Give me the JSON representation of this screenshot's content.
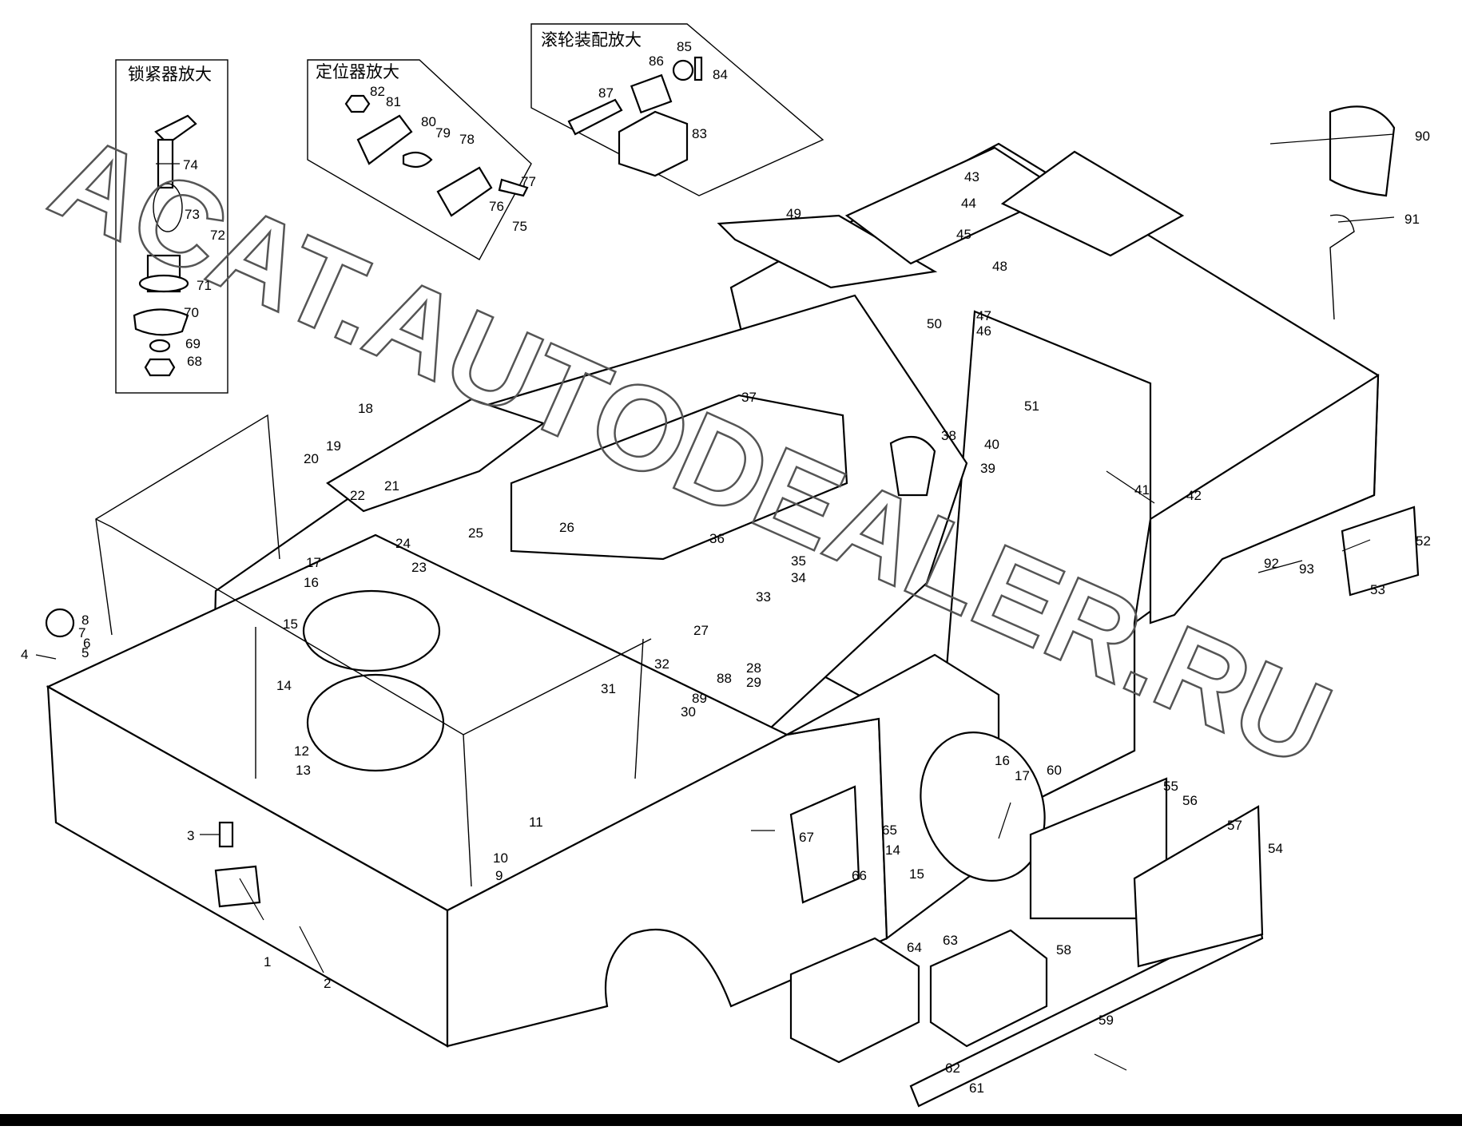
{
  "watermark": "ACAT.AUTODEALER.RU",
  "insets": {
    "lock": "锁紧器放大",
    "locator": "定位器放大",
    "roller": "滚轮装配放大"
  },
  "callouts": {
    "c1": "1",
    "c2": "2",
    "c3": "3",
    "c4": "4",
    "c5": "5",
    "c6": "6",
    "c7": "7",
    "c8": "8",
    "c9": "9",
    "c10": "10",
    "c11": "11",
    "c12": "12",
    "c13": "13",
    "c14a": "14",
    "c14b": "14",
    "c15a": "15",
    "c15b": "15",
    "c16a": "16",
    "c16b": "16",
    "c17a": "17",
    "c17b": "17",
    "c18": "18",
    "c19": "19",
    "c20": "20",
    "c21": "21",
    "c22": "22",
    "c23": "23",
    "c24": "24",
    "c25": "25",
    "c26": "26",
    "c27": "27",
    "c28": "28",
    "c29": "29",
    "c30": "30",
    "c31": "31",
    "c32": "32",
    "c33": "33",
    "c34": "34",
    "c35": "35",
    "c36": "36",
    "c37": "37",
    "c38": "38",
    "c39": "39",
    "c40": "40",
    "c41": "41",
    "c42": "42",
    "c43": "43",
    "c44": "44",
    "c45": "45",
    "c46": "46",
    "c47": "47",
    "c48": "48",
    "c49": "49",
    "c50": "50",
    "c51": "51",
    "c52": "52",
    "c53": "53",
    "c54": "54",
    "c55": "55",
    "c56": "56",
    "c57": "57",
    "c58": "58",
    "c59": "59",
    "c60": "60",
    "c61": "61",
    "c62": "62",
    "c63": "63",
    "c64": "64",
    "c65": "65",
    "c66": "66",
    "c67": "67",
    "c68": "68",
    "c69": "69",
    "c70": "70",
    "c71": "71",
    "c72": "72",
    "c73": "73",
    "c74": "74",
    "c75": "75",
    "c76": "76",
    "c77": "77",
    "c78": "78",
    "c79": "79",
    "c80": "80",
    "c81": "81",
    "c82": "82",
    "c83": "83",
    "c84": "84",
    "c85": "85",
    "c86": "86",
    "c87": "87",
    "c88": "88",
    "c89": "89",
    "c90": "90",
    "c91": "91",
    "c92": "92",
    "c93": "93"
  }
}
